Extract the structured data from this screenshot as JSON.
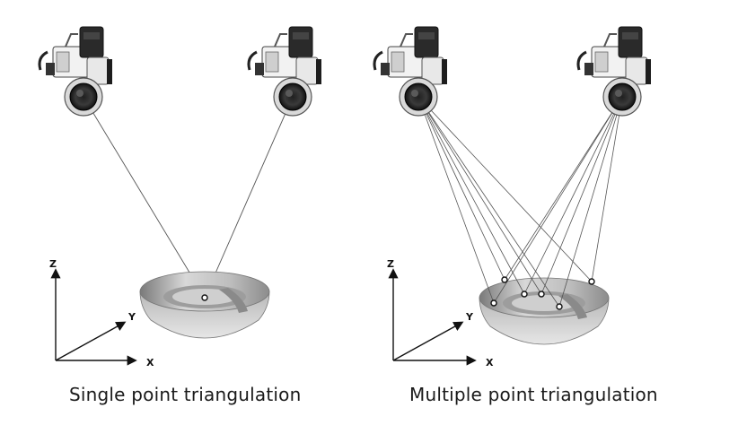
{
  "panels": {
    "left": {
      "caption": "Single point triangulation"
    },
    "right": {
      "caption": "Multiple point triangulation"
    }
  },
  "axes": {
    "z": "Z",
    "y": "Y",
    "x": "X"
  }
}
